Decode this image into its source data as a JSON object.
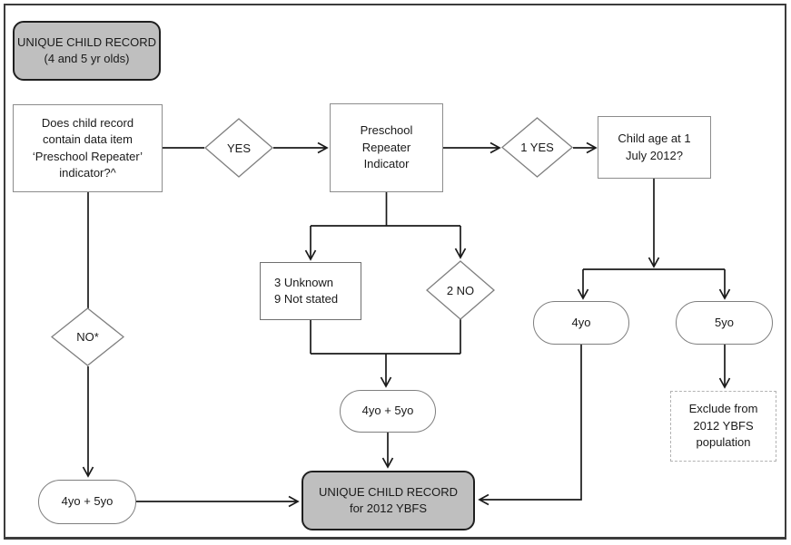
{
  "nodes": {
    "start": {
      "lines": [
        "UNIQUE CHILD RECORD",
        "(4 and 5 yr olds)"
      ]
    },
    "question": {
      "lines": [
        "Does child record",
        "contain data item",
        "‘Preschool Repeater’",
        "indicator?^"
      ]
    },
    "yes_diamond": {
      "label": "YES"
    },
    "preschool": {
      "lines": [
        "Preschool",
        "Repeater",
        "Indicator"
      ]
    },
    "one_yes_diamond": {
      "label": "1 YES"
    },
    "child_age": {
      "lines": [
        "Child age at 1",
        "July 2012?"
      ]
    },
    "unknown": {
      "lines": [
        "3 Unknown",
        "9 Not stated"
      ]
    },
    "two_no_diamond": {
      "label": "2 NO"
    },
    "no_star_diamond": {
      "label": "NO*"
    },
    "four_yo": {
      "label": "4yo"
    },
    "five_yo": {
      "label": "5yo"
    },
    "exclude": {
      "lines": [
        "Exclude from",
        "2012 YBFS",
        "population"
      ]
    },
    "mid_4yo_5yo": {
      "label": "4yo + 5yo"
    },
    "left_4yo_5yo": {
      "label": "4yo + 5yo"
    },
    "final": {
      "lines": [
        "UNIQUE CHILD RECORD",
        "for 2012 YBFS"
      ]
    }
  },
  "colors": {
    "gray_fill": "#bfbfbf",
    "line": "#1a1a1a",
    "box_border": "#8c8c8c",
    "diamond_border": "#7f7f7f",
    "dashed_border": "#b3b3b3",
    "frame_border": "#3c3c3c"
  }
}
